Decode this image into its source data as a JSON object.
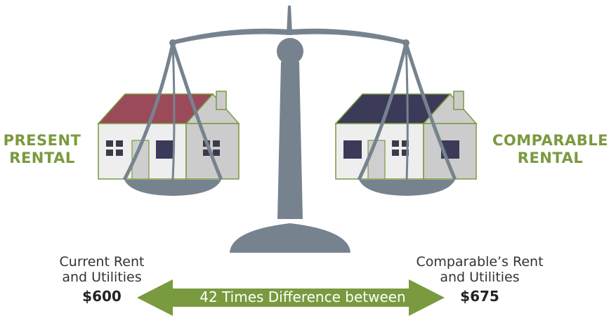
{
  "labels": {
    "left_line1": "PRESENT",
    "left_line2": "RENTAL",
    "right_line1": "COMPARABLE",
    "right_line2": "RENTAL"
  },
  "prices": {
    "left_line1": "Current Rent",
    "left_line2": "and Utilities",
    "left_amount": "$600",
    "right_line1": "Comparable’s Rent",
    "right_line2": "and Utilities",
    "right_amount": "$675"
  },
  "arrow_text": "42 Times Difference between",
  "colors": {
    "accent_green": "#7a9a3f",
    "scale_gray": "#76838f",
    "left_roof": "#9b4a5a",
    "right_roof": "#3b3a59",
    "house_light": "#eeeeee",
    "house_shade": "#cccccc"
  }
}
